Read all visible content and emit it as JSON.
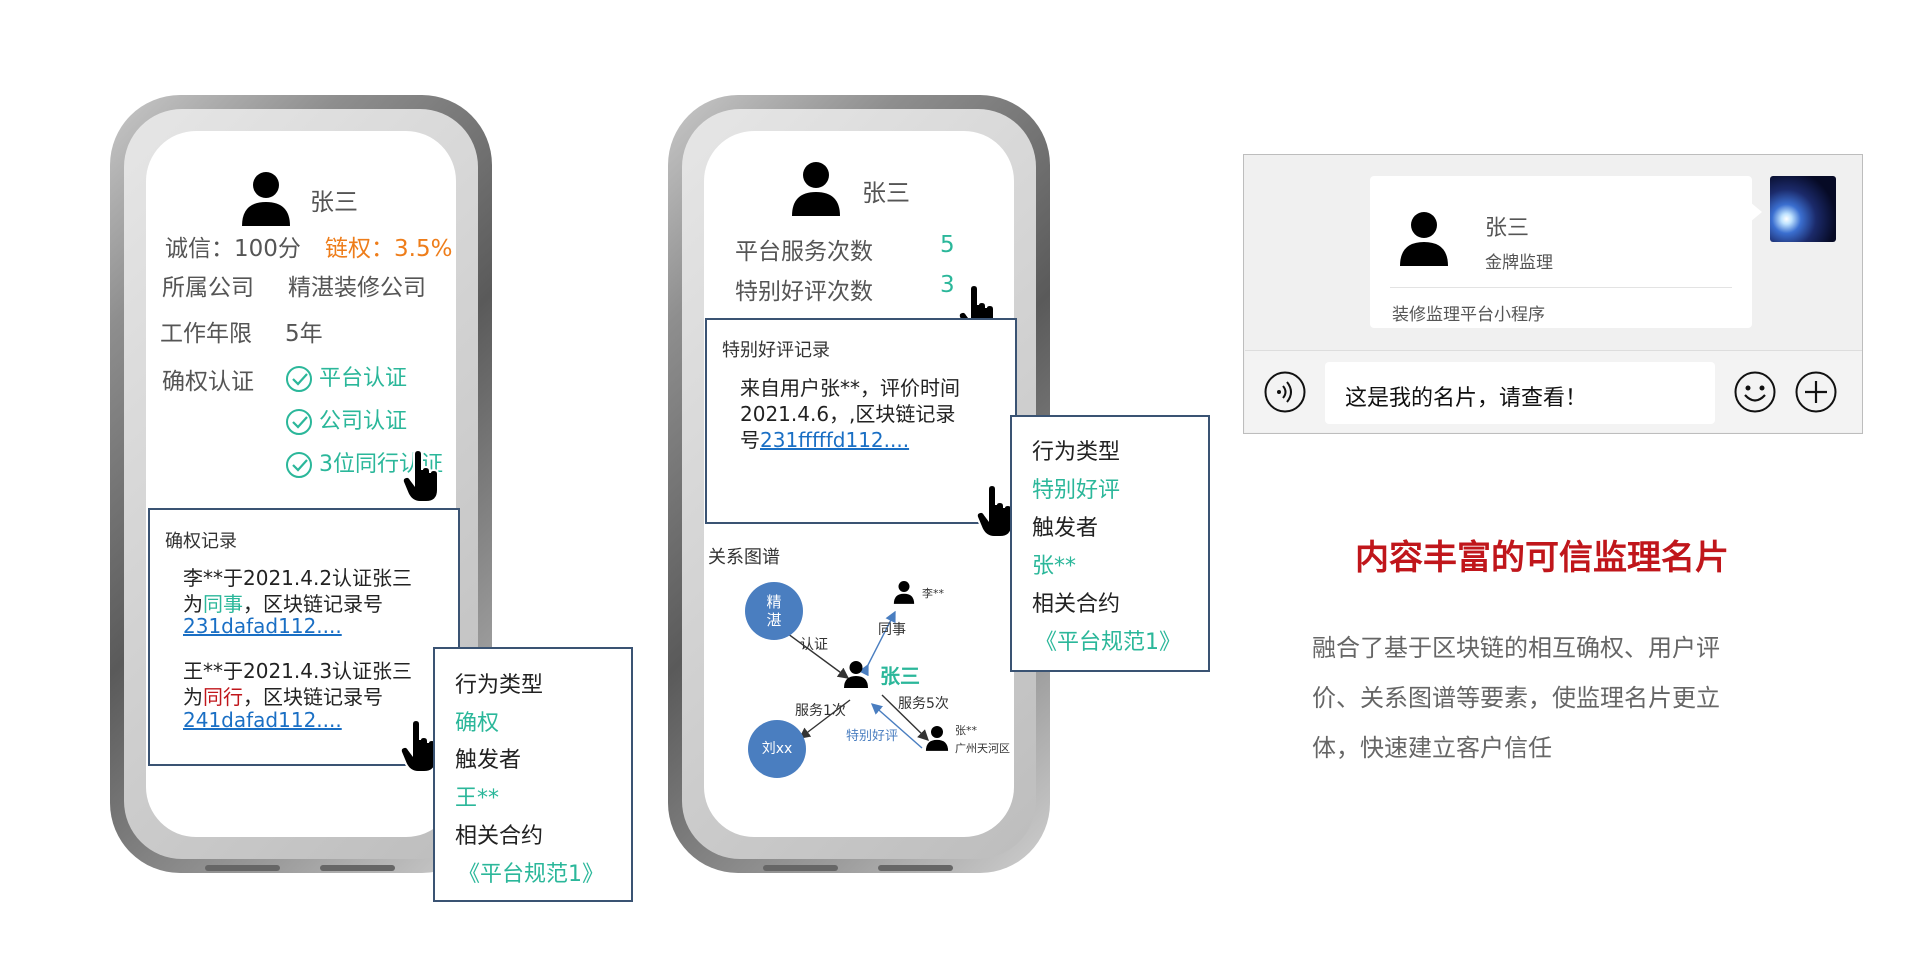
{
  "phone1": {
    "name": "张三",
    "credit_label": "诚信：100分",
    "chain_label": "链权：3.5%",
    "company_label": "所属公司",
    "company_value": "精湛装修公司",
    "years_label": "工作年限",
    "years_value": "5年",
    "cert_label": "确权认证",
    "certs": [
      "平台认证",
      "公司认证",
      "3位同行认证"
    ],
    "record_title": "确权记录",
    "record1_line1": "李**于2021.4.2认证张三",
    "record1_line2_pre": "为",
    "record1_line2_hl": "同事",
    "record1_line2_post": "，区块链记录号",
    "record1_hash": "231dafad112....",
    "record2_line1": "王**于2021.4.3认证张三",
    "record2_line2_pre": "为",
    "record2_line2_hl": "同行",
    "record2_line2_post": "，区块链记录号",
    "record2_hash": "241dafad112....",
    "popup_type_label": "行为类型",
    "popup_type_value": "确权",
    "popup_trigger_label": "触发者",
    "popup_trigger_value": "王**",
    "popup_contract_label": "相关合约",
    "popup_contract_value": "《平台规范1》"
  },
  "phone2": {
    "name": "张三",
    "service_label": "平台服务次数",
    "service_value": "5",
    "good_label": "特别好评次数",
    "good_value": "3",
    "review_title": "特别好评记录",
    "review_line1": "来自用户张**，评价时间",
    "review_line2": "2021.4.6，,区块链记录",
    "review_line3_pre": "号",
    "review_hash": "231fffffd112....",
    "popup_type_label": "行为类型",
    "popup_type_value": "特别好评",
    "popup_trigger_label": "触发者",
    "popup_trigger_value": "张**",
    "popup_contract_label": "相关合约",
    "popup_contract_value": "《平台规范1》",
    "graph_title": "关系图谱",
    "graph": {
      "node_jingzhan": "精\n湛",
      "node_liu": "刘xx",
      "center_name": "张三",
      "li_name": "李**",
      "zhang_name": "张**",
      "zhang_place": "广州天河区",
      "edge_renzheng": "认证",
      "edge_tongshi": "同事",
      "edge_service1": "服务1次",
      "edge_service5": "服务5次",
      "edge_good": "特别好评"
    }
  },
  "chat": {
    "card_name": "张三",
    "card_title": "金牌监理",
    "card_source": "装修监理平台小程序",
    "message": "这是我的名片，请查看！"
  },
  "feature": {
    "title": "内容丰富的可信监理名片",
    "description_lines": [
      "融合了基于区块链的相互确权、用户评",
      "价、关系图谱等要素，使监理名片更立",
      "体，快速建立客户信任"
    ]
  },
  "colors": {
    "teal": "#2bb79a",
    "orange": "#ee7d1a",
    "red": "#c0161b",
    "link": "#1a6fc4",
    "box_border": "#3a5373",
    "node": "#4a7ec0",
    "title_red": "#c0161b"
  },
  "icons": [
    "person-icon",
    "check-circle-icon",
    "pointer-hand-icon",
    "voice-icon",
    "emoji-icon",
    "plus-icon",
    "avatar-image"
  ]
}
